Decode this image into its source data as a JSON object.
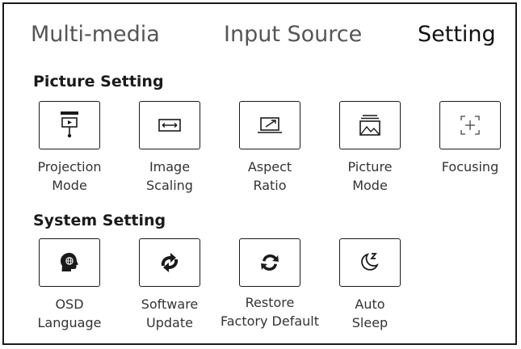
{
  "tabs": [
    {
      "label": "Multi-media",
      "active": false
    },
    {
      "label": "Input Source",
      "active": false
    },
    {
      "label": "Setting",
      "active": true
    }
  ],
  "picture_setting": {
    "title": "Picture Setting",
    "items": [
      {
        "line1": "Projection",
        "line2": "Mode",
        "icon": "projection-mode-icon"
      },
      {
        "line1": "Image",
        "line2": "Scaling",
        "icon": "image-scaling-icon"
      },
      {
        "line1": "Aspect",
        "line2": "Ratio",
        "icon": "aspect-ratio-icon"
      },
      {
        "line1": "Picture",
        "line2": "Mode",
        "icon": "picture-mode-icon"
      },
      {
        "line1": "Focusing",
        "line2": "",
        "icon": "focusing-icon"
      }
    ]
  },
  "system_setting": {
    "title": "System Setting",
    "items": [
      {
        "line1": "OSD",
        "line2": "Language",
        "icon": "osd-language-icon"
      },
      {
        "line1": "Software",
        "line2": "Update",
        "icon": "software-update-icon"
      },
      {
        "line1": "Restore",
        "line2": "Factory Default",
        "icon": "restore-factory-default-icon"
      },
      {
        "line1": "Auto",
        "line2": "Sleep",
        "icon": "auto-sleep-icon"
      }
    ]
  },
  "colors": {
    "text": "#1a1a1a",
    "inactive_tab": "#555555",
    "border": "#1a1a1a",
    "background": "#ffffff"
  }
}
